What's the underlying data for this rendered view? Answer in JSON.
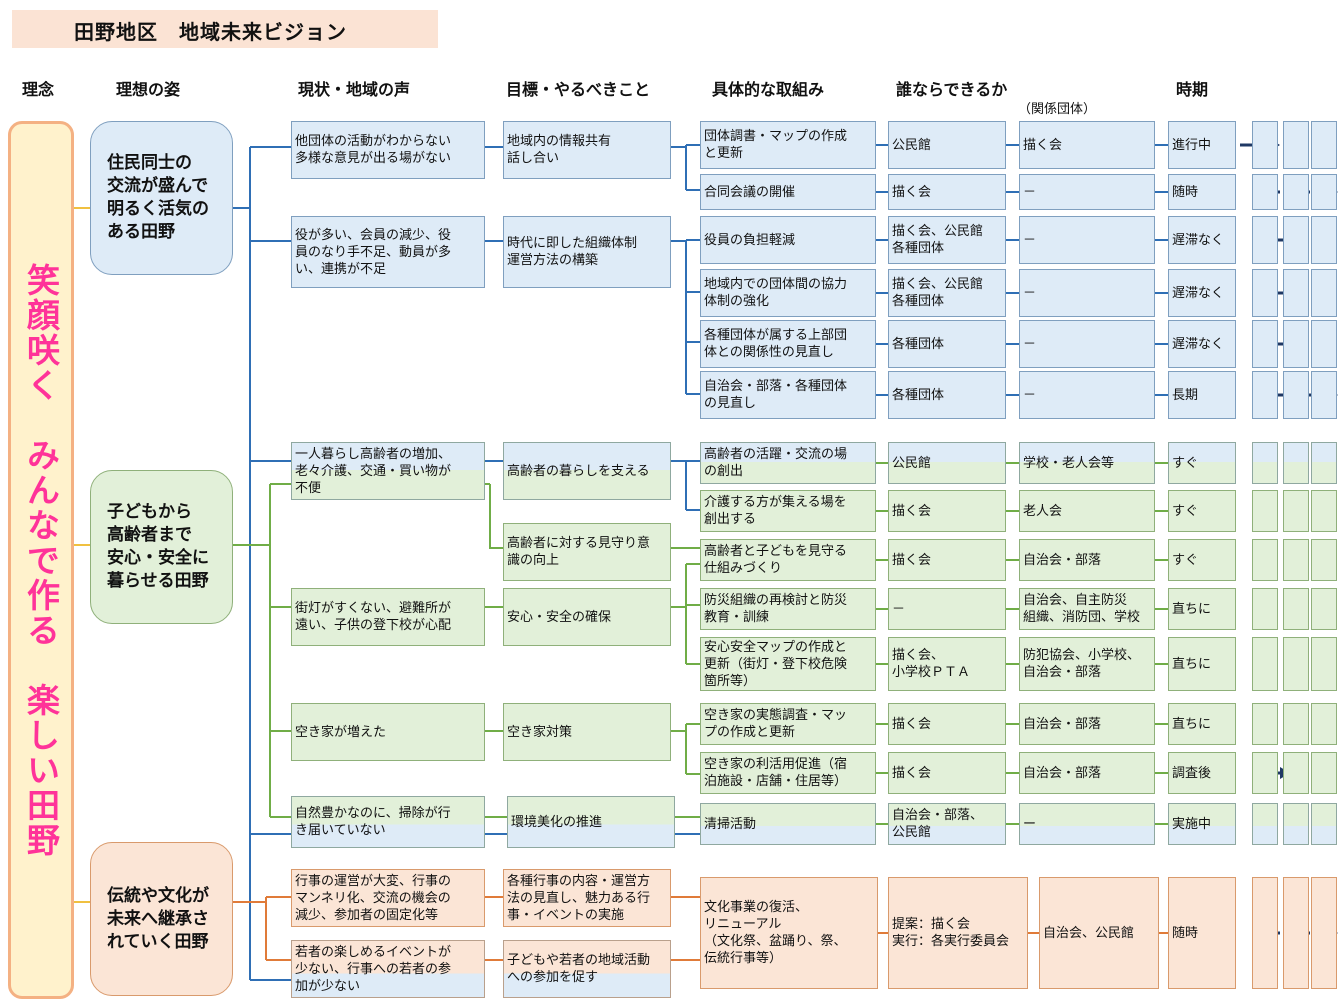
{
  "title": "田野地区　地域未来ビジョン",
  "headers": {
    "rinen": "理念",
    "ideal": "理想の姿",
    "current": "現状・地域の声",
    "goal": "目標・やるべきこと",
    "action": "具体的な取組み",
    "who": "誰ならできるか",
    "related": "（関係団体）",
    "period": "時期"
  },
  "rinen": "笑顔咲く　みんなで作る　楽しい田野",
  "ideals": [
    "住民同士の\n交流が盛んで\n明るく活気の\nある田野",
    "子どもから\n高齢者まで\n安心・安全に\n暮らせる田野",
    "伝統や文化が\n未来へ継承さ\nれていく田野"
  ],
  "voices": [
    "他団体の活動がわからない\n多様な意見が出る場がない",
    "役が多い、会員の減少、役\n員のなり手不足、動員が多\nい、連携が不足",
    "一人暮らし高齢者の増加、\n老々介護、交通・買い物が\n不便",
    "街灯がすくない、避難所が\n遠い、子供の登下校が心配",
    "空き家が増えた",
    "自然豊かなのに、掃除が行\nき届いていない",
    "行事の運営が大変、行事の\nマンネリ化、交流の機会の\n減少、参加者の固定化等",
    "若者の楽しめるイベントが\n少ない、行事への若者の参\n加が少ない"
  ],
  "goals": [
    "地域内の情報共有\n話し合い",
    "時代に即した組織体制\n運営方法の構築",
    "高齢者の暮らしを支える",
    "高齢者に対する見守り意\n識の向上",
    "安心・安全の確保",
    "空き家対策",
    "環境美化の推進",
    "各種行事の内容・運営方\n法の見直し、魅力ある行\n事・イベントの実施",
    "子どもや若者の地域活動\nへの参加を促す"
  ],
  "rows": [
    {
      "action": "団体調書・マップの作成\nと更新",
      "who": "公民館",
      "related": "描く会",
      "period": "進行中"
    },
    {
      "action": "合同会議の開催",
      "who": "描く会",
      "related": "－",
      "period": "随時"
    },
    {
      "action": "役員の負担軽減",
      "who": "描く会、公民館\n各種団体",
      "related": "－",
      "period": "遅滞なく"
    },
    {
      "action": "地域内での団体間の協力\n体制の強化",
      "who": "描く会、公民館\n各種団体",
      "related": "－",
      "period": "遅滞なく"
    },
    {
      "action": "各種団体が属する上部団\n体との関係性の見直し",
      "who": "各種団体",
      "related": "－",
      "period": "遅滞なく"
    },
    {
      "action": "自治会・部落・各種団体\nの見直し",
      "who": "各種団体",
      "related": "－",
      "period": "長期"
    },
    {
      "action": "高齢者の活躍・交流の場\nの創出",
      "who": "公民館",
      "related": "学校・老人会等",
      "period": "すぐ"
    },
    {
      "action": "介護する方が集える場を\n創出する",
      "who": "描く会",
      "related": "老人会",
      "period": "すぐ"
    },
    {
      "action": "高齢者と子どもを見守る\n仕組みづくり",
      "who": "描く会",
      "related": "自治会・部落",
      "period": "すぐ"
    },
    {
      "action": "防災組織の再検討と防災\n教育・訓練",
      "who": "－",
      "related": "自治会、自主防災\n組織、消防団、学校",
      "period": "直ちに"
    },
    {
      "action": "安心安全マップの作成と\n更新（街灯・登下校危険\n箇所等）",
      "who": "描く会、\n小学校ＰＴＡ",
      "related": "防犯協会、小学校、\n自治会・部落",
      "period": "直ちに"
    },
    {
      "action": "空き家の実態調査・マッ\nプの作成と更新",
      "who": "描く会",
      "related": "自治会・部落",
      "period": "直ちに"
    },
    {
      "action": "空き家の利活用促進（宿\n泊施設・店舗・住居等）",
      "who": "描く会",
      "related": "自治会・部落",
      "period": "調査後"
    },
    {
      "action": "清掃活動",
      "who": "自治会・部落、\n公民館",
      "related": "ー",
      "period": "実施中"
    },
    {
      "action": "文化事業の復活、\nリニューアル\n（文化祭、盆踊り、祭、\n伝統行事等）",
      "who": "提案：描く会\n実行：各実行委員会",
      "related": "自治会、公民館",
      "period": "随時"
    }
  ],
  "colors": {
    "blue_line": "#2f6fb5",
    "green_line": "#70ad47",
    "orange_line": "#e07b39",
    "arrow": "#1f3864",
    "pink": "#ff3399"
  }
}
